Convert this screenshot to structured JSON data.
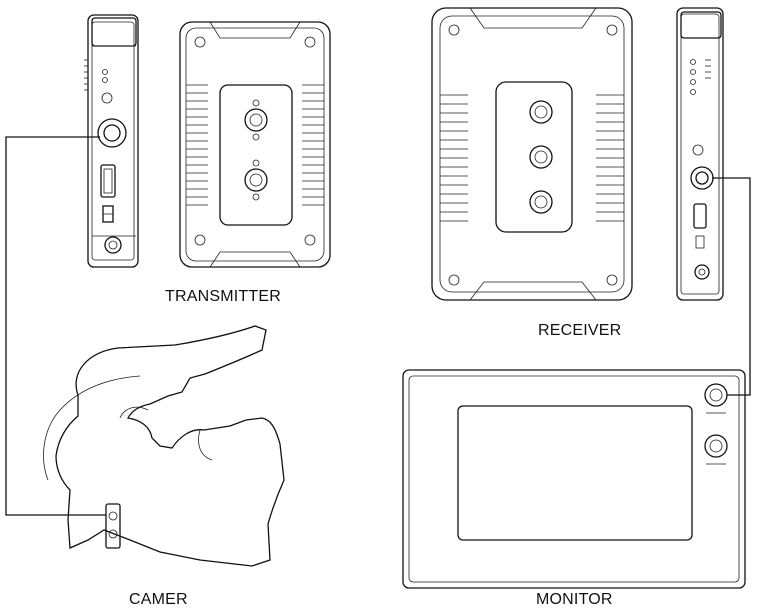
{
  "labels": {
    "transmitter": "TRANSMITTER",
    "receiver": "RECEIVER",
    "camera": "CAMER",
    "monitor": "MONITOR"
  }
}
